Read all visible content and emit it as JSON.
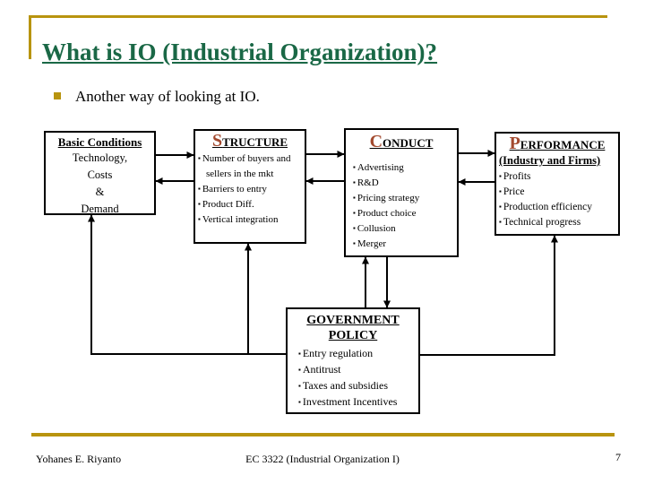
{
  "colors": {
    "title-green": "#1a6846",
    "accent-gold": "#b8940f",
    "initial-rust": "#a34a2f"
  },
  "slide": {
    "title": "What is IO (Industrial Organization)?",
    "bullet_text": "Another way of looking at IO."
  },
  "boxes": {
    "basic_conditions": {
      "title": "Basic Conditions",
      "lines": [
        "Technology,",
        "Costs",
        "&",
        "Demand"
      ]
    },
    "structure": {
      "initial": "S",
      "title_rest": "TRUCTURE",
      "items": [
        "Number of buyers and sellers in the mkt",
        "Barriers to entry",
        "Product Diff.",
        "Vertical integration"
      ]
    },
    "conduct": {
      "initial": "C",
      "title_rest": "ONDUCT",
      "items": [
        "Advertising",
        "R&D",
        "Pricing strategy",
        "Product choice",
        "Collusion",
        "Merger"
      ]
    },
    "performance": {
      "initial": "P",
      "title_rest": "ERFORMANCE",
      "subtitle": "(Industry and Firms)",
      "items": [
        "Profits",
        "Price",
        "Production efficiency",
        "Technical progress"
      ]
    },
    "government_policy": {
      "title_line1": "GOVERNMENT",
      "title_line2": "POLICY",
      "items": [
        "Entry regulation",
        "Antitrust",
        "Taxes and subsidies",
        "Investment Incentives"
      ]
    }
  },
  "footer": {
    "author": "Yohanes E. Riyanto",
    "course": "EC 3322 (Industrial Organization I)",
    "page": "7"
  }
}
